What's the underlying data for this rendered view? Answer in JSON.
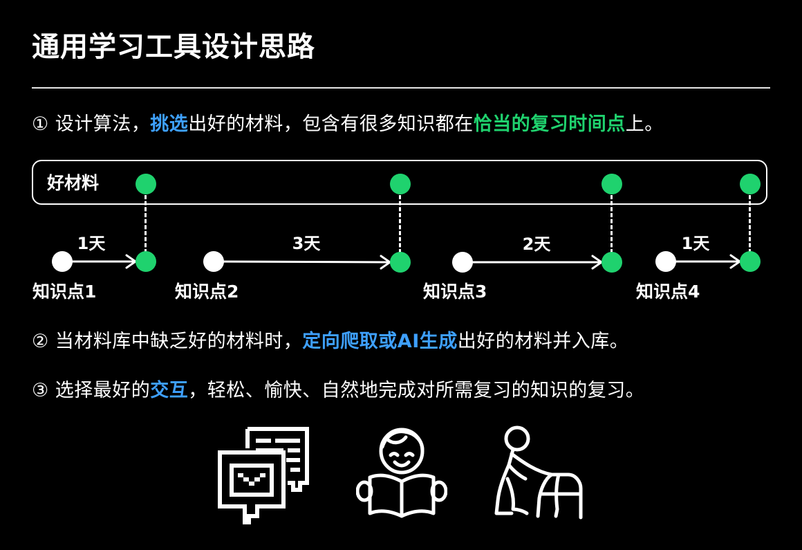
{
  "title": "通用学习工具设计思路",
  "para1": {
    "prefix": "① 设计算法，",
    "highlight1": "挑选",
    "middle": "出好的材料，包含有很多知识都在",
    "highlight2": "恰当的复习时间点",
    "suffix": "上。"
  },
  "diagram": {
    "material_label": "好材料",
    "knowledge_points": [
      {
        "label": "知识点1",
        "interval": "1天"
      },
      {
        "label": "知识点2",
        "interval": "3天"
      },
      {
        "label": "知识点3",
        "interval": "2天"
      },
      {
        "label": "知识点4",
        "interval": "1天"
      }
    ]
  },
  "para2": {
    "prefix": "② 当材料库中缺乏好的材料时，",
    "highlight": "定向爬取或AI生成",
    "suffix": "出好的材料并入库。"
  },
  "para3": {
    "prefix": "③ 选择最好的",
    "highlight": "交互",
    "suffix": "，轻松、愉快、自然地完成对所需复习的知识的复习。"
  },
  "icons": [
    "chat-bubbles-icon",
    "reading-person-icon",
    "walker-person-icon"
  ],
  "colors": {
    "background": "#000000",
    "text": "#ffffff",
    "blue_highlight": "#3ea0ff",
    "green_highlight": "#1fd26e"
  }
}
